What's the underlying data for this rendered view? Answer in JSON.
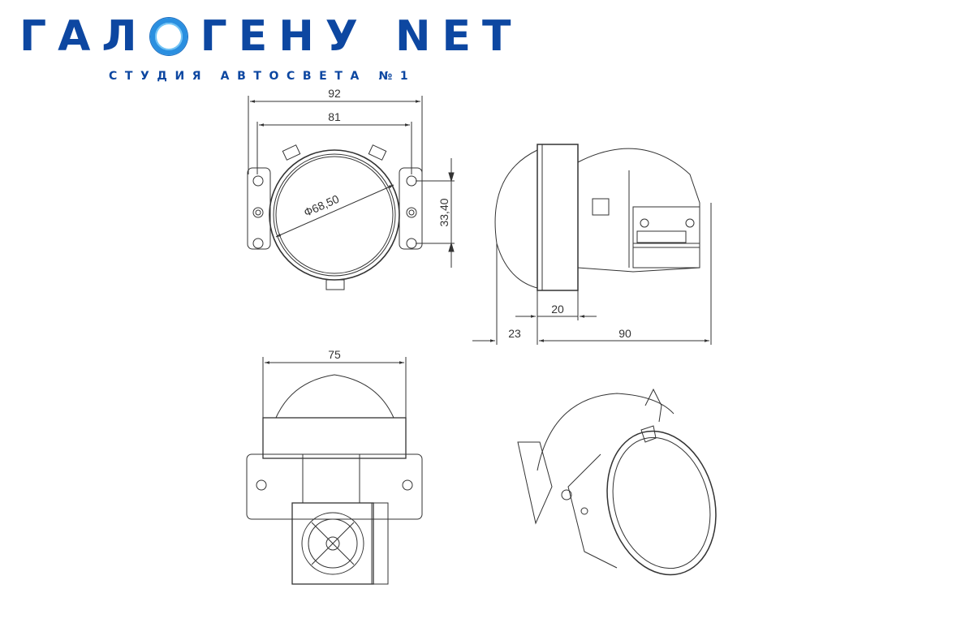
{
  "logo": {
    "part1": "ГАЛ",
    "part2": "ГЕНУ NET",
    "full_text": "ГАЛОГЕНУ NET",
    "tagline": "СТУДИЯ АВТОСВЕТА №1",
    "color": "#0d47a1"
  },
  "dimensions": {
    "front_width_total": "92",
    "front_width_mounts": "81",
    "lens_diameter": "Ф68,50",
    "mount_spacing": "33,40",
    "side_flange": "20",
    "side_lens_protrusion": "23",
    "side_depth": "90",
    "bottom_width": "75"
  }
}
